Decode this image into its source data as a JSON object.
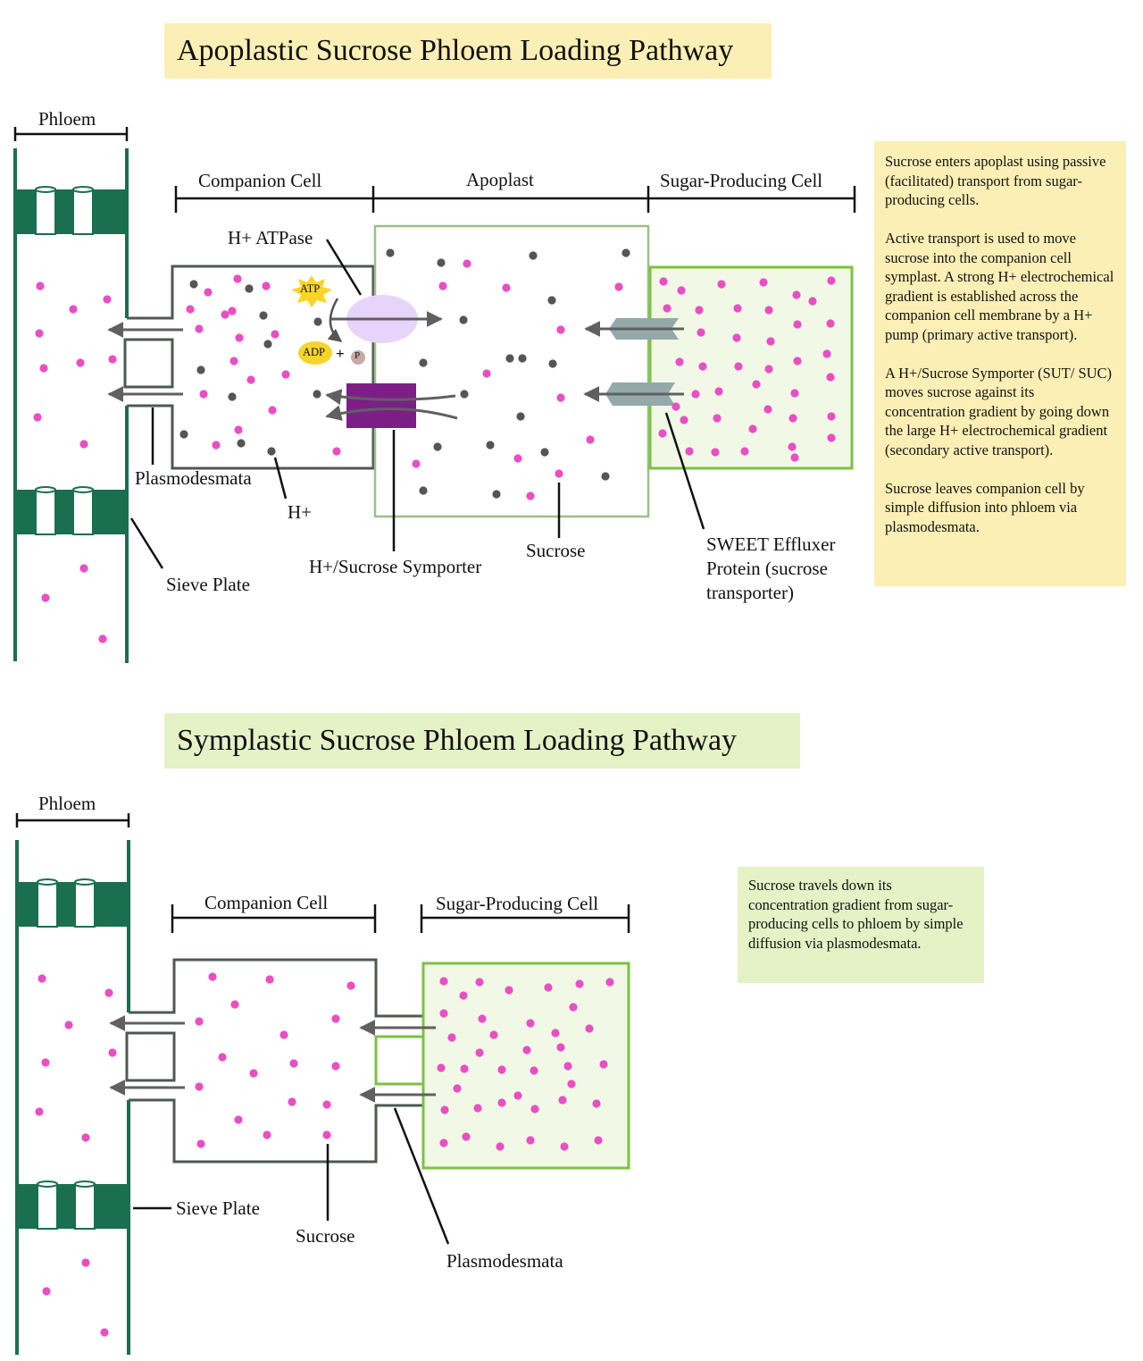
{
  "colors": {
    "phloem": "#1a6f50",
    "sucrose": "#e84fc4",
    "proton": "#555555",
    "companion_border": "#4d5a4f",
    "apoplast_border": "#9cbf8a",
    "sugar_cell_border": "#7cc240",
    "sugar_cell_fill": "#f1f8e6",
    "atpase": "#e7d4fa",
    "symporter": "#7b1f86",
    "sweet": "#93a9aa",
    "apoplastic_title_bg": "#fcefb5",
    "symplastic_title_bg": "#e4f2c5"
  },
  "apoplastic": {
    "title": "Apoplastic Sucrose Phloem Loading Pathway",
    "labels": {
      "phloem": "Phloem",
      "companion_cell": "Companion Cell",
      "apoplast": "Apoplast",
      "sugar_cell": "Sugar-Producing Cell",
      "h_atpase": "H+ ATPase",
      "atp": "ATP",
      "adp": "ADP",
      "plus": "+",
      "p": "P",
      "plasmodesmata": "Plasmodesmata",
      "h_plus": "H+",
      "sieve_plate": "Sieve Plate",
      "symporter": "H+/Sucrose Symporter",
      "sucrose": "Sucrose",
      "sweet_line1": "SWEET Effluxer",
      "sweet_line2": "Protein (sucrose",
      "sweet_line3": "transporter)"
    },
    "notes": [
      "Sucrose enters apoplast using passive (facilitated) transport from sugar-producing cells.",
      "Active transport is used to move sucrose into the companion cell symplast. A strong H+ electrochemical gradient is established across the companion cell membrane by a H+ pump (primary active transport).",
      "A H+/Sucrose Symporter (SUT/ SUC) moves sucrose against its concentration gradient by going down the large H+ electrochemical gradient (secondary active transport).",
      "Sucrose leaves companion  cell by simple diffusion into phloem via plasmodesmata."
    ]
  },
  "symplastic": {
    "title": "Symplastic Sucrose Phloem Loading Pathway",
    "labels": {
      "phloem": "Phloem",
      "companion_cell": "Companion Cell",
      "sugar_cell": "Sugar-Producing Cell",
      "sieve_plate": "Sieve Plate",
      "sucrose": "Sucrose",
      "plasmodesmata": "Plasmodesmata"
    },
    "notes": [
      "Sucrose travels down its concentration gradient from sugar-producing cells to phloem by simple diffusion via plasmodesmata."
    ]
  }
}
